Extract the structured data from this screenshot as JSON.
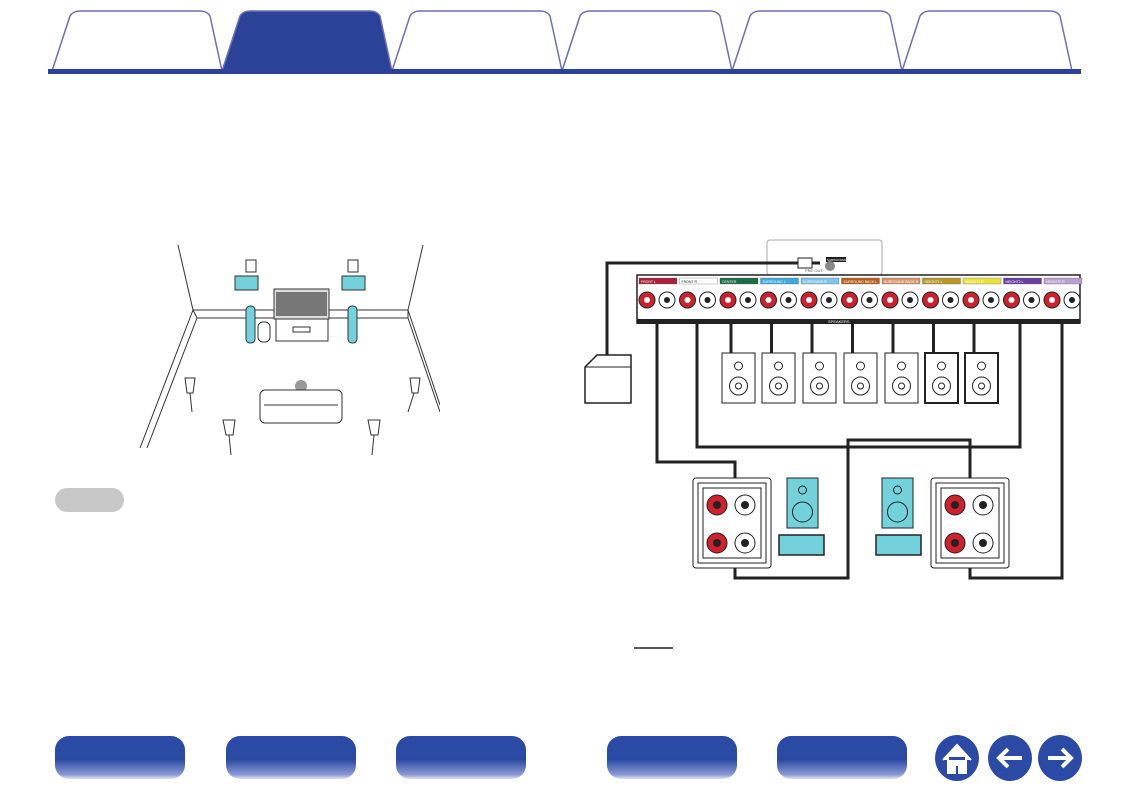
{
  "tabs": [
    {
      "label": "",
      "active": false
    },
    {
      "label": "",
      "active": true
    },
    {
      "label": "",
      "active": false
    },
    {
      "label": "",
      "active": false
    },
    {
      "label": "",
      "active": false
    },
    {
      "label": "",
      "active": false
    }
  ],
  "colors": {
    "accent": "#2b4299",
    "tab_outline": "#6e6fb8",
    "speaker_fill": "#72d1da",
    "terminal_red": "#d0202e"
  },
  "receiver": {
    "pre_out_label": "PRE OUT",
    "subwoofer_label": "SUBWOOFER",
    "speakers_label": "SPEAKERS",
    "channels": [
      {
        "label": "FRONT L",
        "color": "#a8213a"
      },
      {
        "label": "FRONT R",
        "color": "#ffffff"
      },
      {
        "label": "CENTER",
        "color": "#1e6b45"
      },
      {
        "label": "SURROUND L",
        "color": "#3fa9dc"
      },
      {
        "label": "SURROUND R",
        "color": "#7fc3e8"
      },
      {
        "label": "SURROUND BACK L",
        "color": "#b8601e"
      },
      {
        "label": "SURROUND BACK R",
        "color": "#d4956a"
      },
      {
        "label": "HEIGHT1 L",
        "color": "#b8962a"
      },
      {
        "label": "HEIGHT1 R",
        "color": "#e8e040"
      },
      {
        "label": "HEIGHT2 L",
        "color": "#6a3fa0"
      },
      {
        "label": "HEIGHT2 R",
        "color": "#b89fd0"
      }
    ]
  },
  "nav": {
    "buttons": [
      "",
      "",
      "",
      "",
      ""
    ],
    "home_icon": "home-icon",
    "back_icon": "arrow-left-icon",
    "forward_icon": "arrow-right-icon"
  }
}
